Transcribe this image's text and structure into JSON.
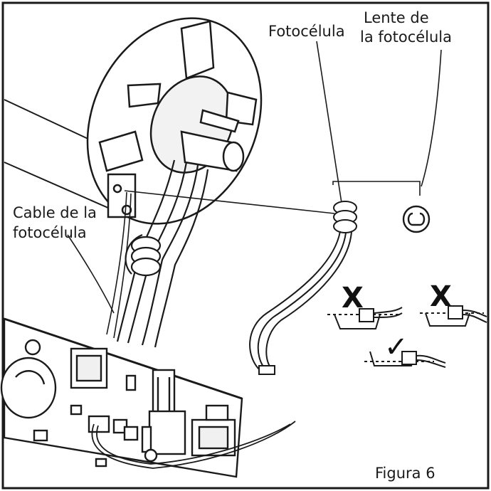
{
  "labels": {
    "photocell": "Fotocélula",
    "lens_line1": "Lente de",
    "lens_line2": "la fotocélula",
    "cable_line1": "Cable de la",
    "cable_line2": "fotocélula",
    "figure": "Figura 6"
  },
  "marks": {
    "wrong": "X",
    "correct": "✓"
  },
  "colors": {
    "line": "#1a1a1a",
    "fill": "#ffffff",
    "shade": "#e8e8e8"
  }
}
